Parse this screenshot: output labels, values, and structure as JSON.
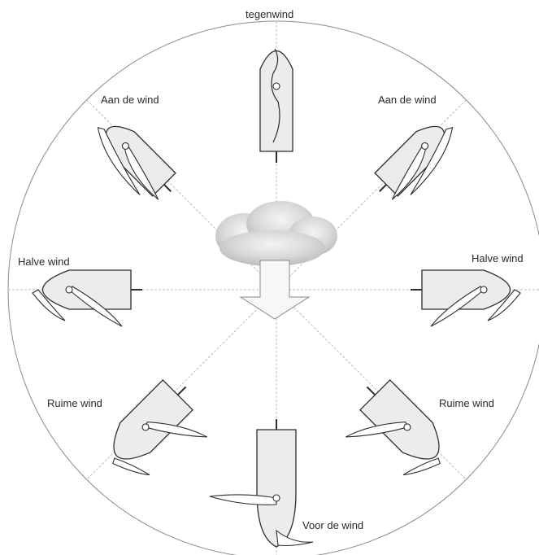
{
  "labels": {
    "top": "tegenwind",
    "upper_left": "Aan de wind",
    "upper_right": "Aan de wind",
    "mid_left": "Halve wind",
    "mid_right": "Halve wind",
    "lower_left": "Ruime wind",
    "lower_right": "Ruime wind",
    "bottom": "Voor de wind"
  },
  "colors": {
    "hull_fill": "#ececec",
    "cloud_fill": "#d6d6d6",
    "outline": "#2d2d2d",
    "spoke": "#bdbdbd"
  },
  "icons": {
    "wind_source": "cloud-icon",
    "wind_direction": "arrow-down-icon"
  }
}
